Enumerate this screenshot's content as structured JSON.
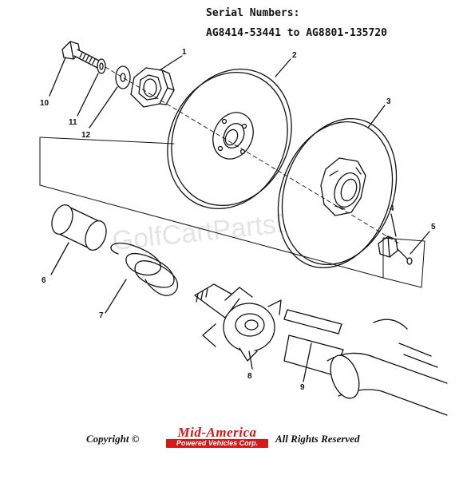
{
  "header": {
    "line1": "Serial Numbers:",
    "line2": "AG8414-53441 to AG8801-135720"
  },
  "watermark": "GolfCartPartsDirect",
  "callouts": [
    "1",
    "2",
    "3",
    "4",
    "5",
    "6",
    "7",
    "8",
    "9",
    "10",
    "11",
    "12"
  ],
  "footer": {
    "copyright": "Copyright ©",
    "rights": "All Rights Reserved"
  },
  "logo": {
    "name": "Mid-America",
    "sub": "Powered Vehicles Corp.",
    "color": "#d21a1a"
  }
}
